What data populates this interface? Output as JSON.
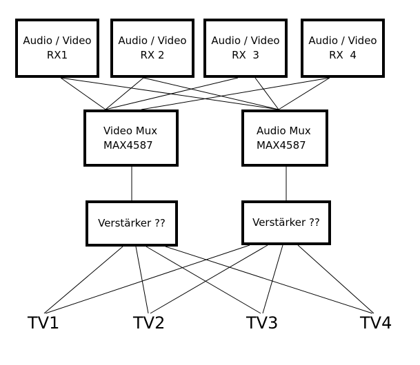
{
  "receivers": [
    {
      "line1": "Audio / Video",
      "line2": "RX1"
    },
    {
      "line1": "Audio / Video",
      "line2": "RX 2"
    },
    {
      "line1": "Audio / Video",
      "line2": "RX  3"
    },
    {
      "line1": "Audio / Video",
      "line2": "RX  4"
    }
  ],
  "muxes": {
    "video": {
      "line1": "Video Mux",
      "line2": "MAX4587"
    },
    "audio": {
      "line1": "Audio Mux",
      "line2": "MAX4587"
    }
  },
  "amplifiers": {
    "video": "Verstärker ??",
    "audio": "Verstärker ??"
  },
  "tvs": [
    "TV1",
    "TV2",
    "TV3",
    "TV4"
  ],
  "colors": {
    "line": "#000000",
    "background": "#ffffff"
  }
}
